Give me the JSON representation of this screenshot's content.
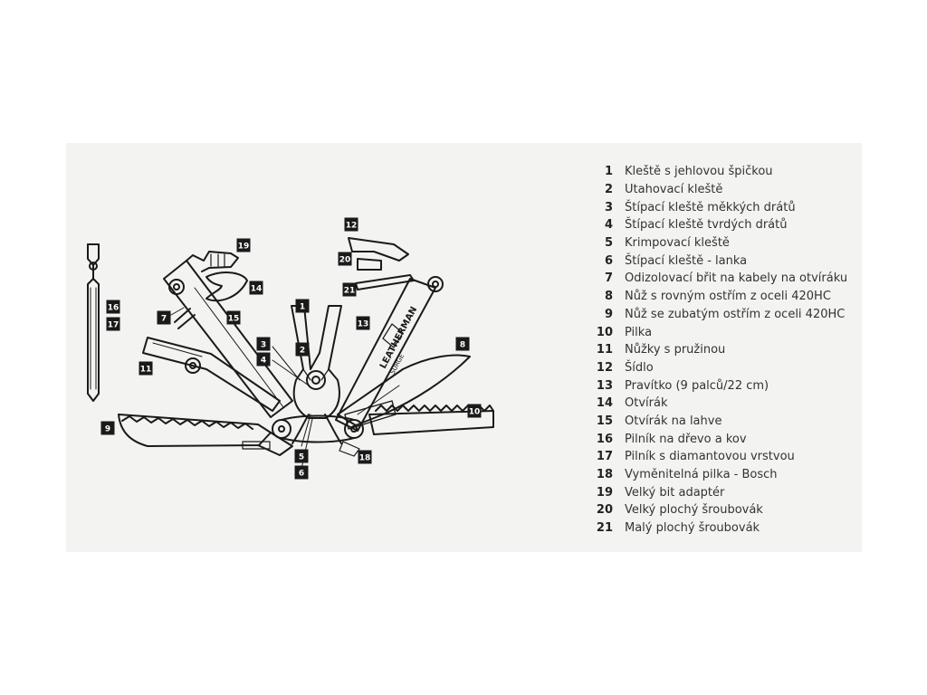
{
  "colors": {
    "panel_background": "#f3f3f1",
    "line": "#1a1a1a",
    "badge": "#1a1a1a",
    "badge_text": "#ffffff"
  },
  "parts": [
    {
      "num": "1",
      "label": "Kleště s jehlovou špičkou"
    },
    {
      "num": "2",
      "label": "Utahovací kleště"
    },
    {
      "num": "3",
      "label": "Štípací kleště měkkých drátů"
    },
    {
      "num": "4",
      "label": "Štípací kleště tvrdých drátů"
    },
    {
      "num": "5",
      "label": "Krimpovací kleště"
    },
    {
      "num": "6",
      "label": "Štípací kleště - lanka"
    },
    {
      "num": "7",
      "label": "Odizolovací břit na kabely na otvíráku"
    },
    {
      "num": "8",
      "label": "Nůž s rovným ostřím z oceli 420HC"
    },
    {
      "num": "9",
      "label": "Nůž se zubatým ostřím z oceli 420HC"
    },
    {
      "num": "10",
      "label": "Pilka"
    },
    {
      "num": "11",
      "label": "Nůžky s pružinou"
    },
    {
      "num": "12",
      "label": "Šídlo"
    },
    {
      "num": "13",
      "label": "Pravítko (9 palců/22 cm)"
    },
    {
      "num": "14",
      "label": "Otvírák"
    },
    {
      "num": "15",
      "label": "Otvírák na lahve"
    },
    {
      "num": "16",
      "label": "Pilník na dřevo a kov"
    },
    {
      "num": "17",
      "label": "Pilník s diamantovou vrstvou"
    },
    {
      "num": "18",
      "label": "Vyměnitelná pilka - Bosch"
    },
    {
      "num": "19",
      "label": "Velký bit adaptér"
    },
    {
      "num": "20",
      "label": "Velký plochý šroubovák"
    },
    {
      "num": "21",
      "label": "Malý plochý šroubovák"
    }
  ],
  "brand": {
    "name": "LEATHERMAN",
    "model": "SURGE"
  }
}
